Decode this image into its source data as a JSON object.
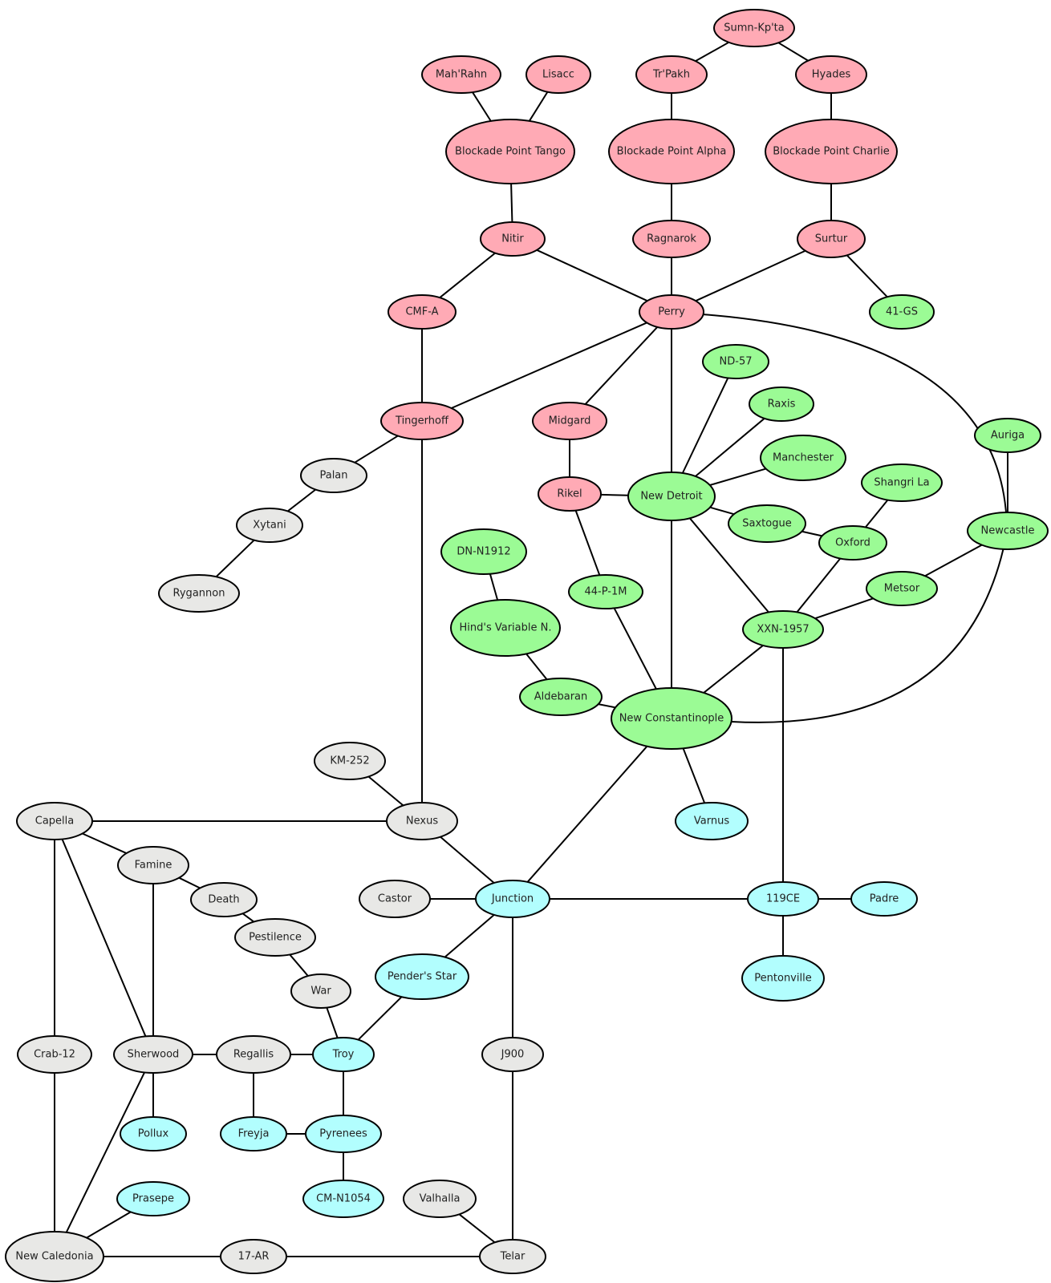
{
  "colors": {
    "red": "#ffaab5",
    "green": "#9bfb95",
    "cyan": "#b2fefe",
    "gray": "#e8e8e6"
  },
  "nodes": [
    {
      "id": "sumn",
      "label": "Sumn-Kp'ta",
      "group": "red"
    },
    {
      "id": "mahrahn",
      "label": "Mah'Rahn",
      "group": "red"
    },
    {
      "id": "lisacc",
      "label": "Lisacc",
      "group": "red"
    },
    {
      "id": "trpakh",
      "label": "Tr'Pakh",
      "group": "red"
    },
    {
      "id": "hyades",
      "label": "Hyades",
      "group": "red"
    },
    {
      "id": "bptango",
      "label": "Blockade Point Tango",
      "group": "red"
    },
    {
      "id": "bpalpha",
      "label": "Blockade Point Alpha",
      "group": "red"
    },
    {
      "id": "bpcharlie",
      "label": "Blockade Point Charlie",
      "group": "red"
    },
    {
      "id": "nitir",
      "label": "Nitir",
      "group": "red"
    },
    {
      "id": "ragnarok",
      "label": "Ragnarok",
      "group": "red"
    },
    {
      "id": "surtur",
      "label": "Surtur",
      "group": "red"
    },
    {
      "id": "cmfa",
      "label": "CMF-A",
      "group": "red"
    },
    {
      "id": "perry",
      "label": "Perry",
      "group": "red"
    },
    {
      "id": "tingerhoff",
      "label": "Tingerhoff",
      "group": "red"
    },
    {
      "id": "midgard",
      "label": "Midgard",
      "group": "red"
    },
    {
      "id": "rikel",
      "label": "Rikel",
      "group": "red"
    },
    {
      "id": "gs41",
      "label": "41-GS",
      "group": "green"
    },
    {
      "id": "nd57",
      "label": "ND-57",
      "group": "green"
    },
    {
      "id": "raxis",
      "label": "Raxis",
      "group": "green"
    },
    {
      "id": "auriga",
      "label": "Auriga",
      "group": "green"
    },
    {
      "id": "manchester",
      "label": "Manchester",
      "group": "green"
    },
    {
      "id": "shangrila",
      "label": "Shangri La",
      "group": "green"
    },
    {
      "id": "newdetroit",
      "label": "New Detroit",
      "group": "green"
    },
    {
      "id": "saxtogue",
      "label": "Saxtogue",
      "group": "green"
    },
    {
      "id": "newcastle",
      "label": "Newcastle",
      "group": "green"
    },
    {
      "id": "oxford",
      "label": "Oxford",
      "group": "green"
    },
    {
      "id": "dnn1912",
      "label": "DN-N1912",
      "group": "green"
    },
    {
      "id": "p1m44",
      "label": "44-P-1M",
      "group": "green"
    },
    {
      "id": "metsor",
      "label": "Metsor",
      "group": "green"
    },
    {
      "id": "hinds",
      "label": "Hind's Variable N.",
      "group": "green"
    },
    {
      "id": "xxn1957",
      "label": "XXN-1957",
      "group": "green"
    },
    {
      "id": "aldebaran",
      "label": "Aldebaran",
      "group": "green"
    },
    {
      "id": "newconst",
      "label": "New Constantinople",
      "group": "green"
    },
    {
      "id": "palan",
      "label": "Palan",
      "group": "gray"
    },
    {
      "id": "xytani",
      "label": "Xytani",
      "group": "gray"
    },
    {
      "id": "rygannon",
      "label": "Rygannon",
      "group": "gray"
    },
    {
      "id": "km252",
      "label": "KM-252",
      "group": "gray"
    },
    {
      "id": "capella",
      "label": "Capella",
      "group": "gray"
    },
    {
      "id": "nexus",
      "label": "Nexus",
      "group": "gray"
    },
    {
      "id": "varnus",
      "label": "Varnus",
      "group": "cyan"
    },
    {
      "id": "famine",
      "label": "Famine",
      "group": "gray"
    },
    {
      "id": "death",
      "label": "Death",
      "group": "gray"
    },
    {
      "id": "castor",
      "label": "Castor",
      "group": "gray"
    },
    {
      "id": "junction",
      "label": "Junction",
      "group": "cyan"
    },
    {
      "id": "ce119",
      "label": "119CE",
      "group": "cyan"
    },
    {
      "id": "padre",
      "label": "Padre",
      "group": "cyan"
    },
    {
      "id": "pestilence",
      "label": "Pestilence",
      "group": "gray"
    },
    {
      "id": "penders",
      "label": "Pender's Star",
      "group": "cyan"
    },
    {
      "id": "pentonville",
      "label": "Pentonville",
      "group": "cyan"
    },
    {
      "id": "war",
      "label": "War",
      "group": "gray"
    },
    {
      "id": "crab12",
      "label": "Crab-12",
      "group": "gray"
    },
    {
      "id": "sherwood",
      "label": "Sherwood",
      "group": "gray"
    },
    {
      "id": "regallis",
      "label": "Regallis",
      "group": "gray"
    },
    {
      "id": "troy",
      "label": "Troy",
      "group": "cyan"
    },
    {
      "id": "j900",
      "label": "J900",
      "group": "gray"
    },
    {
      "id": "pollux",
      "label": "Pollux",
      "group": "cyan"
    },
    {
      "id": "freyja",
      "label": "Freyja",
      "group": "cyan"
    },
    {
      "id": "pyrenees",
      "label": "Pyrenees",
      "group": "cyan"
    },
    {
      "id": "prasepe",
      "label": "Prasepe",
      "group": "cyan"
    },
    {
      "id": "cmn1054",
      "label": "CM-N1054",
      "group": "cyan"
    },
    {
      "id": "valhalla",
      "label": "Valhalla",
      "group": "gray"
    },
    {
      "id": "newcaledonia",
      "label": "New Caledonia",
      "group": "gray"
    },
    {
      "id": "ar17",
      "label": "17-AR",
      "group": "gray"
    },
    {
      "id": "telar",
      "label": "Telar",
      "group": "gray"
    }
  ],
  "edges": [
    [
      "sumn",
      "trpakh"
    ],
    [
      "sumn",
      "hyades"
    ],
    [
      "mahrahn",
      "bptango"
    ],
    [
      "lisacc",
      "bptango"
    ],
    [
      "trpakh",
      "bpalpha"
    ],
    [
      "hyades",
      "bpcharlie"
    ],
    [
      "bptango",
      "nitir"
    ],
    [
      "bpalpha",
      "ragnarok"
    ],
    [
      "bpcharlie",
      "surtur"
    ],
    [
      "nitir",
      "cmfa"
    ],
    [
      "nitir",
      "perry"
    ],
    [
      "ragnarok",
      "perry"
    ],
    [
      "surtur",
      "perry"
    ],
    [
      "surtur",
      "gs41"
    ],
    [
      "cmfa",
      "tingerhoff"
    ],
    [
      "perry",
      "tingerhoff"
    ],
    [
      "perry",
      "midgard"
    ],
    [
      "perry",
      "newdetroit"
    ],
    [
      "perry",
      "newcastle"
    ],
    [
      "midgard",
      "rikel"
    ],
    [
      "rikel",
      "newdetroit"
    ],
    [
      "rikel",
      "p1m44"
    ],
    [
      "nd57",
      "newdetroit"
    ],
    [
      "raxis",
      "newdetroit"
    ],
    [
      "manchester",
      "newdetroit"
    ],
    [
      "newdetroit",
      "saxtogue"
    ],
    [
      "newdetroit",
      "xxn1957"
    ],
    [
      "newdetroit",
      "newconst"
    ],
    [
      "saxtogue",
      "oxford"
    ],
    [
      "shangrila",
      "oxford"
    ],
    [
      "oxford",
      "xxn1957"
    ],
    [
      "auriga",
      "newcastle"
    ],
    [
      "newcastle",
      "metsor"
    ],
    [
      "newcastle",
      "newconst"
    ],
    [
      "metsor",
      "xxn1957"
    ],
    [
      "xxn1957",
      "newconst"
    ],
    [
      "xxn1957",
      "ce119"
    ],
    [
      "dnn1912",
      "hinds"
    ],
    [
      "hinds",
      "aldebaran"
    ],
    [
      "aldebaran",
      "newconst"
    ],
    [
      "p1m44",
      "newconst"
    ],
    [
      "newconst",
      "varnus"
    ],
    [
      "newconst",
      "junction"
    ],
    [
      "tingerhoff",
      "palan"
    ],
    [
      "palan",
      "xytani"
    ],
    [
      "xytani",
      "rygannon"
    ],
    [
      "tingerhoff",
      "nexus"
    ],
    [
      "km252",
      "nexus"
    ],
    [
      "capella",
      "nexus"
    ],
    [
      "nexus",
      "junction"
    ],
    [
      "capella",
      "famine"
    ],
    [
      "capella",
      "crab12"
    ],
    [
      "capella",
      "sherwood"
    ],
    [
      "famine",
      "death"
    ],
    [
      "famine",
      "sherwood"
    ],
    [
      "death",
      "pestilence"
    ],
    [
      "pestilence",
      "war"
    ],
    [
      "war",
      "troy"
    ],
    [
      "castor",
      "junction"
    ],
    [
      "junction",
      "ce119"
    ],
    [
      "junction",
      "penders"
    ],
    [
      "junction",
      "j900"
    ],
    [
      "ce119",
      "padre"
    ],
    [
      "ce119",
      "pentonville"
    ],
    [
      "penders",
      "troy"
    ],
    [
      "sherwood",
      "regallis"
    ],
    [
      "regallis",
      "troy"
    ],
    [
      "sherwood",
      "pollux"
    ],
    [
      "sherwood",
      "newcaledonia"
    ],
    [
      "regallis",
      "freyja"
    ],
    [
      "freyja",
      "pyrenees"
    ],
    [
      "troy",
      "pyrenees"
    ],
    [
      "pyrenees",
      "cmn1054"
    ],
    [
      "crab12",
      "newcaledonia"
    ],
    [
      "prasepe",
      "newcaledonia"
    ],
    [
      "newcaledonia",
      "ar17"
    ],
    [
      "ar17",
      "telar"
    ],
    [
      "valhalla",
      "telar"
    ],
    [
      "j900",
      "telar"
    ]
  ]
}
